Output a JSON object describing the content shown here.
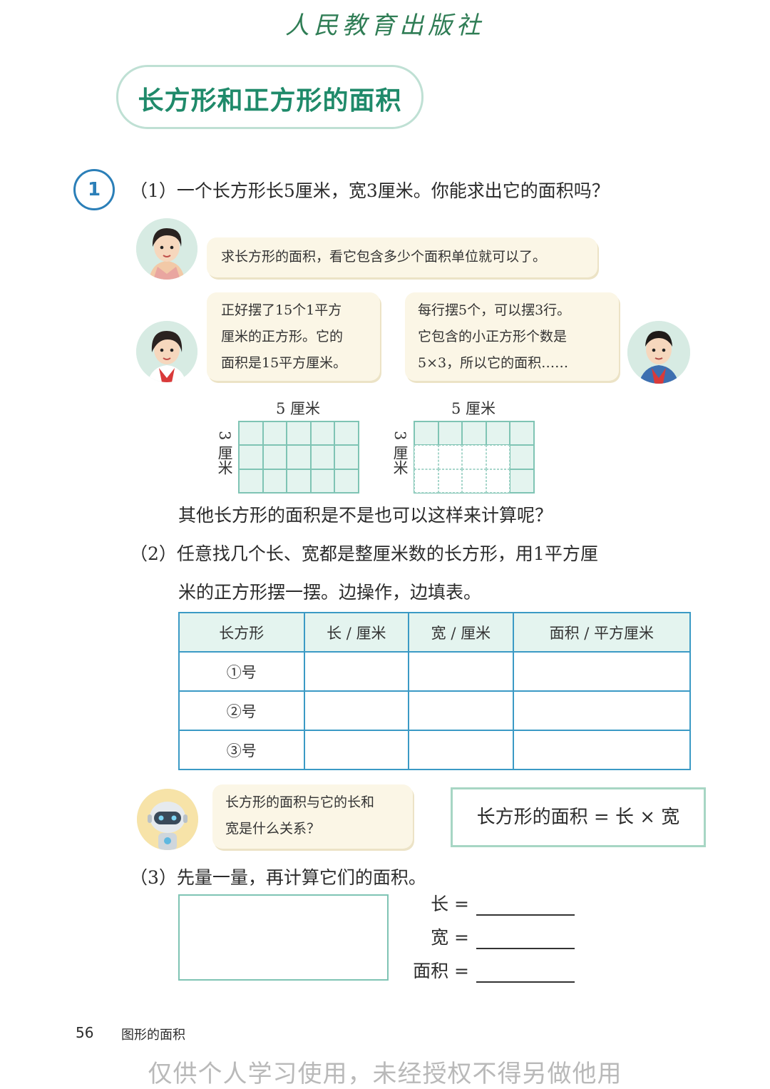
{
  "header": {
    "publisher": "人民教育出版社"
  },
  "title": "长方形和正方形的面积",
  "question1": {
    "number": "1",
    "part1": "（1）一个长方形长5厘米，宽3厘米。你能求出它的面积吗？",
    "bubble_girl1": "求长方形的面积，看它包含多少个面积单位就可以了。",
    "bubble_girl2": [
      "正好摆了15个1平方",
      "厘米的正方形。它的",
      "面积是15平方厘米。"
    ],
    "bubble_boy": [
      "每行摆5个，可以摆3行。",
      "它包含的小正方形个数是",
      "5×3，所以它的面积……"
    ],
    "grid_left": {
      "length_label": "5 厘米",
      "width_label": "3 厘米",
      "cols": 5,
      "rows": 3
    },
    "grid_right": {
      "length_label": "5 厘米",
      "width_label": "3 厘米",
      "cols": 5,
      "rows": 3,
      "filled_rows": 1,
      "filled_cols": 5
    },
    "question_other": "其他长方形的面积是不是也可以这样来计算呢？",
    "part2_line1": "（2）任意找几个长、宽都是整厘米数的长方形，用1平方厘",
    "part2_line2": "米的正方形摆一摆。边操作，边填表。",
    "table": {
      "headers": [
        "长方形",
        "长 / 厘米",
        "宽 / 厘米",
        "面积 / 平方厘米"
      ],
      "rows": [
        "①号",
        "②号",
        "③号"
      ]
    },
    "bubble_robot": [
      "长方形的面积与它的长和",
      "宽是什么关系？"
    ],
    "formula": "长方形的面积 = 长 × 宽",
    "part3": "（3）先量一量，再计算它们的面积。",
    "measure": {
      "length": "长 =",
      "width": "宽 =",
      "area": "面积 ="
    }
  },
  "footer": {
    "page": "56",
    "section": "图形的面积"
  },
  "watermark": "仅供个人学习使用，未经授权不得另做他用"
}
